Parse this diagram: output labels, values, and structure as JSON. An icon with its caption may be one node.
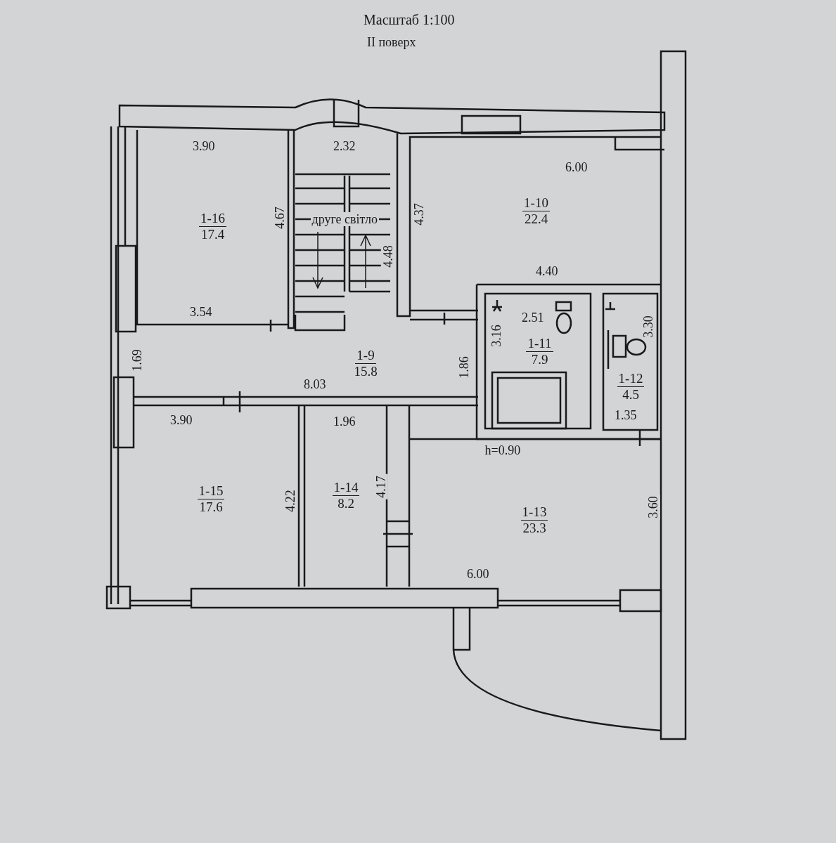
{
  "diagram": {
    "title": "Масштаб 1:100",
    "nodes": [
      {
        "text": [
          "1-16",
          "17.4"
        ]
      },
      {
        "text": [
          "1-10",
          "22.4"
        ]
      },
      {
        "text": [
          "1-9",
          "15.8"
        ]
      },
      {
        "text": [
          "1-11",
          "7.9"
        ]
      },
      {
        "text": [
          "1-12",
          "4.5"
        ]
      },
      {
        "text": [
          "1-15",
          "17.6"
        ]
      },
      {
        "text": [
          "1-14",
          "8.2"
        ]
      },
      {
        "text": [
          "1-13",
          "23.3"
        ]
      }
    ],
    "edges": [],
    "labels": [
      "II поверх",
      "3.90",
      "2.32",
      "6.00",
      "4.67",
      "4.37",
      "друге світло",
      "4.48",
      "4.40",
      "3.54",
      "2.51",
      "3.16",
      "3.30",
      "1.69",
      "1.86",
      "8.03",
      "1.35",
      "3.90",
      "1.96",
      "h=0.90",
      "4.22",
      "4.17",
      "3.60",
      "6.00"
    ]
  }
}
